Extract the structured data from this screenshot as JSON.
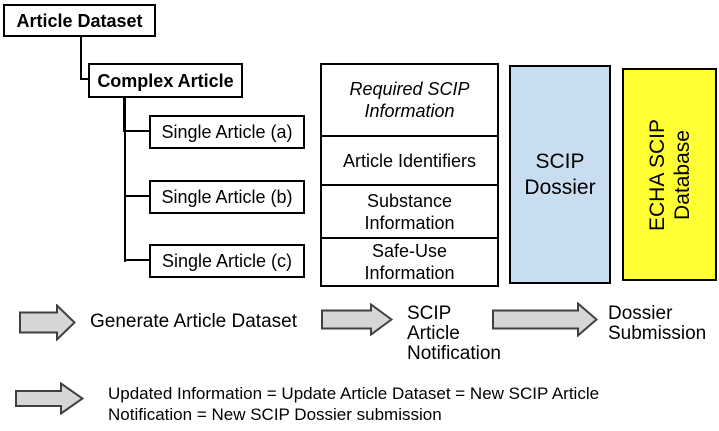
{
  "tree": {
    "root_label": "Article Dataset",
    "child_label": "Complex Article",
    "leaf_labels": [
      "Single Article (a)",
      "Single Article (b)",
      "Single Article (c)"
    ]
  },
  "info_table": {
    "header_lines": [
      "Required SCIP",
      "Information"
    ],
    "rows": [
      {
        "line1": "Article Identifiers"
      },
      {
        "line1": "Substance",
        "line2": "Information"
      },
      {
        "line1": "Safe-Use",
        "line2": "Information"
      }
    ]
  },
  "dossier_box": {
    "line1": "SCIP",
    "line2": "Dossier"
  },
  "database_box": {
    "line1": "ECHA SCIP",
    "line2": "Database"
  },
  "flow": {
    "step1_label": "Generate Article Dataset",
    "step2_lines": [
      "SCIP",
      "Article",
      "Notification"
    ],
    "step3_lines": [
      "Dossier",
      "Submission"
    ]
  },
  "note": {
    "line1": "Updated Information = Update Article Dataset = New SCIP Article",
    "line2": "Notification = New SCIP Dossier submission"
  },
  "colors": {
    "box_border": "#000000",
    "dossier_fill": "#c9ddf1",
    "database_fill": "#ffff33",
    "arrow_fill": "#d6d6d6",
    "arrow_stroke": "#404040"
  }
}
